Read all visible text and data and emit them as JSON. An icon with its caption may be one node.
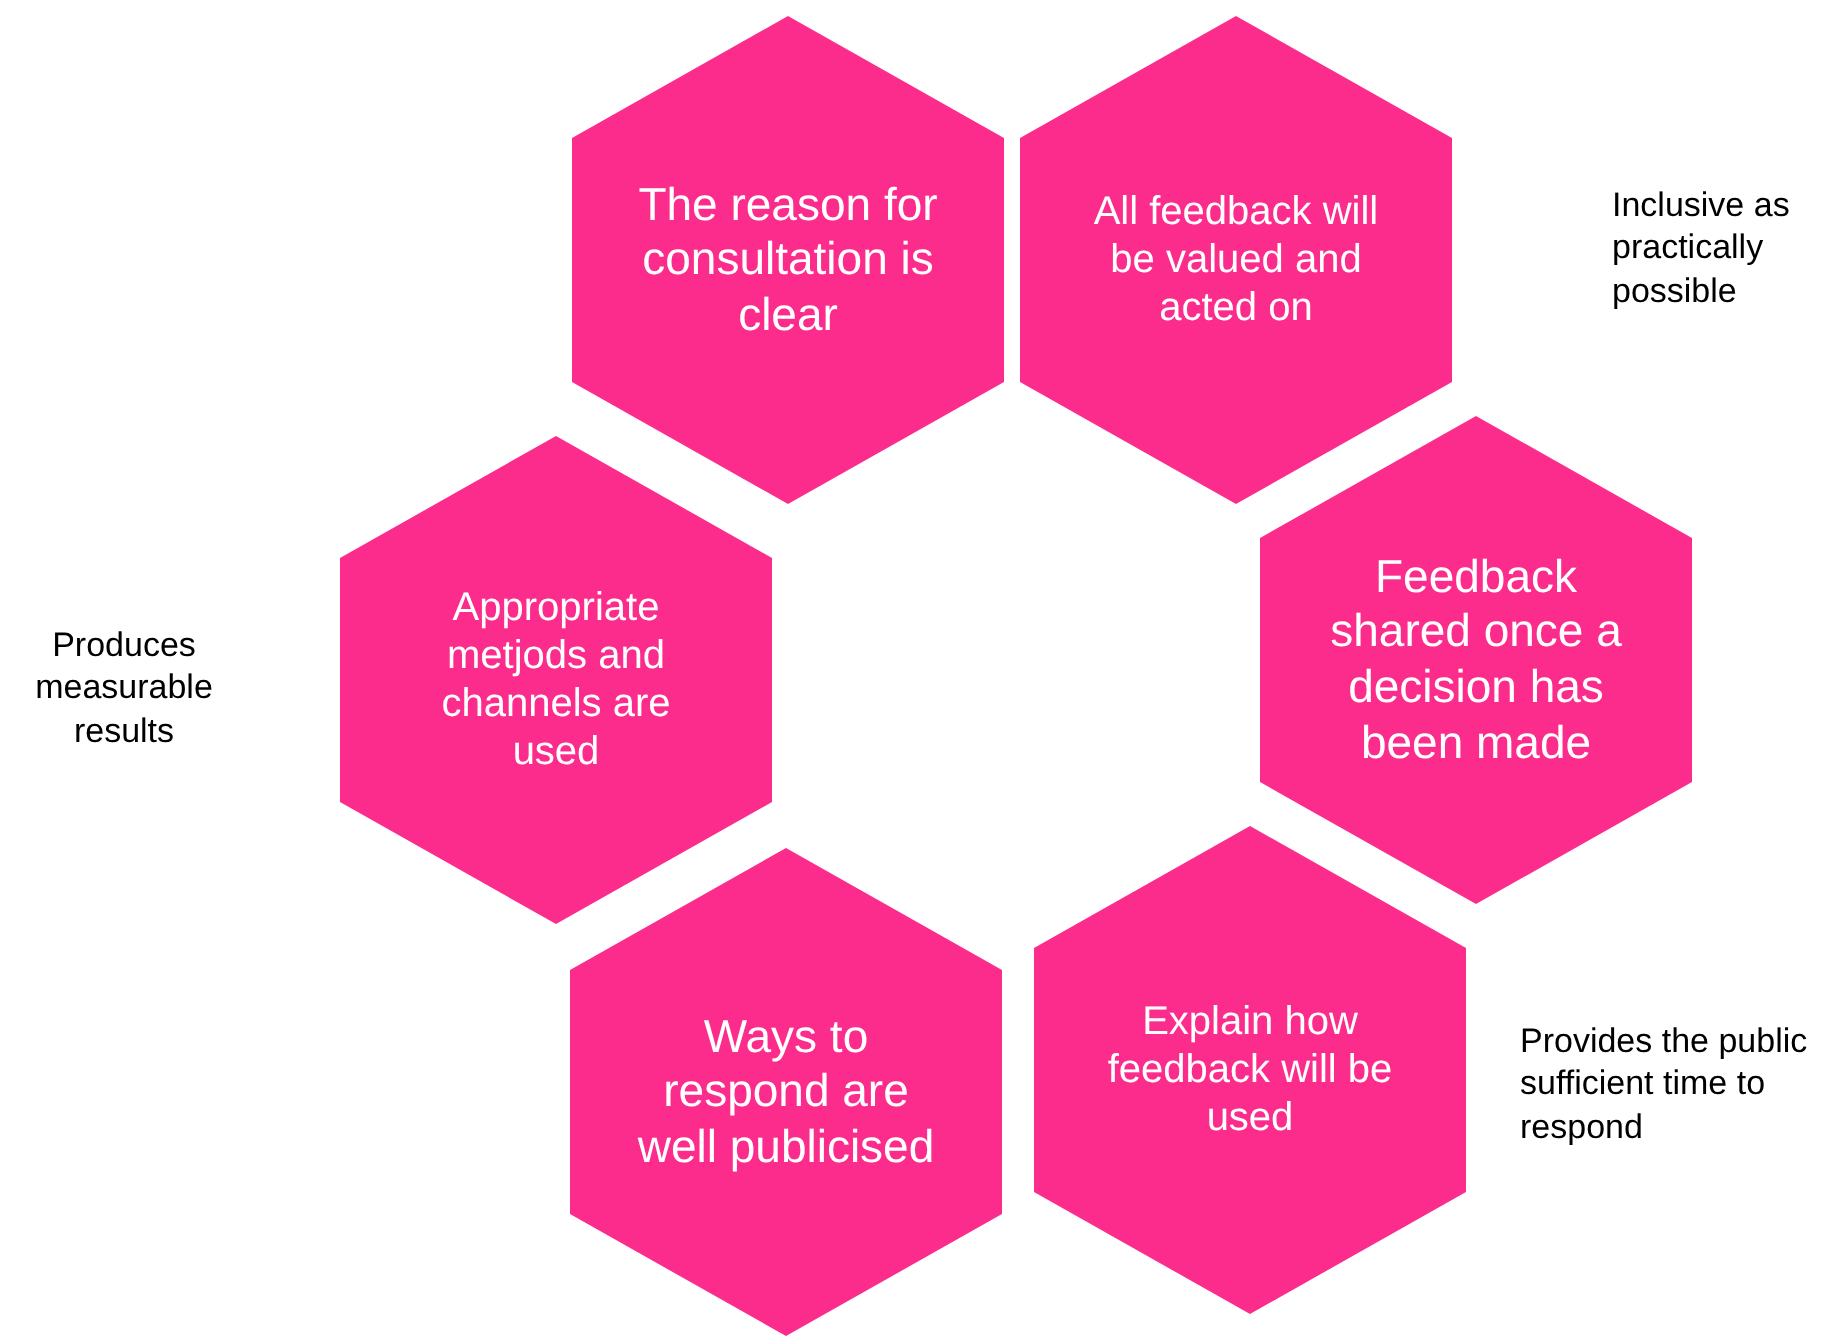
{
  "diagram": {
    "nodes": [
      {
        "text": [
          "The reason for consultation is clear"
        ]
      },
      {
        "text": [
          "All feedback will be valued and acted on"
        ]
      },
      {
        "text": [
          "Appropriate metjods and channels are used"
        ]
      },
      {
        "text": [
          "Feedback shared once a decision has been made"
        ]
      },
      {
        "text": [
          "Ways to respond are well publicised"
        ]
      },
      {
        "text": [
          "Explain how feedback will be used"
        ]
      }
    ],
    "edges": [],
    "labels": [
      "Inclusive as practically possible",
      "Produces measurable results",
      "Provides the public sufficient time to respond"
    ]
  }
}
